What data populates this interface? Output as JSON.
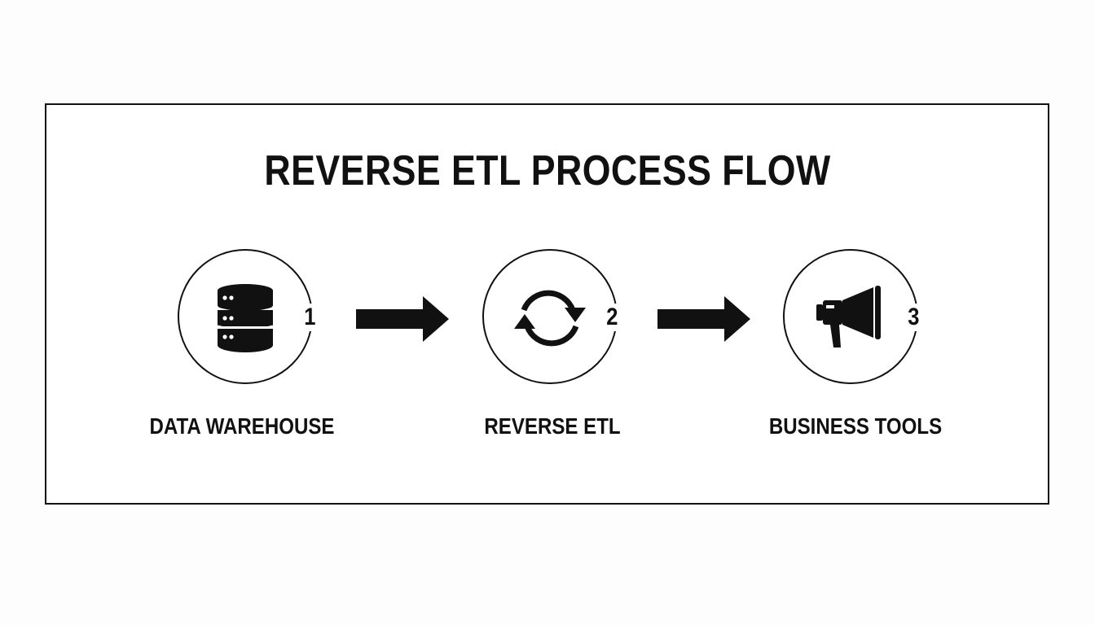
{
  "title": "REVERSE ETL PROCESS FLOW",
  "steps": [
    {
      "number": "1",
      "label": "DATA WAREHOUSE",
      "icon": "database-icon"
    },
    {
      "number": "2",
      "label": "REVERSE ETL",
      "icon": "sync-arrows-icon"
    },
    {
      "number": "3",
      "label": "BUSINESS TOOLS",
      "icon": "megaphone-icon"
    }
  ],
  "connectors": [
    "arrow-right-icon",
    "arrow-right-icon"
  ],
  "colors": {
    "ink": "#111111",
    "background": "#ffffff"
  }
}
